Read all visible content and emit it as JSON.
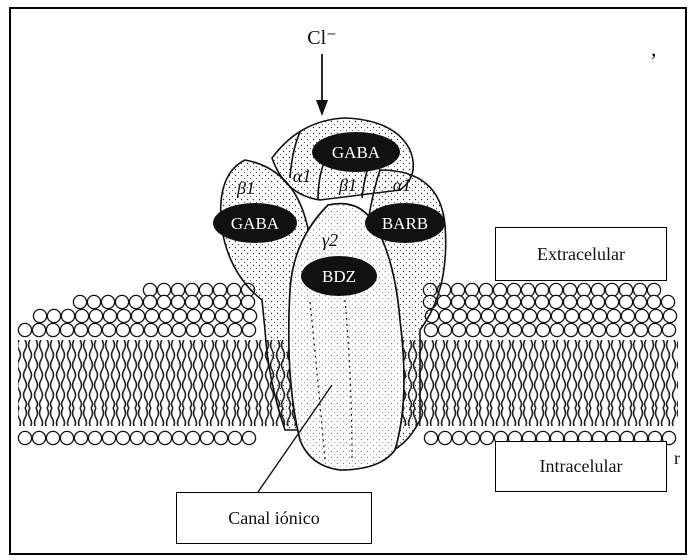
{
  "ion": {
    "symbol": "Cl⁻"
  },
  "receptor": {
    "binding_sites": [
      "GABA",
      "GABA",
      "BARB",
      "BDZ"
    ],
    "subunits": [
      "β1",
      "α1",
      "β1",
      "α1",
      "γ2"
    ]
  },
  "labels": {
    "extracellular": "Extracelular",
    "intracellular": "Intracelular",
    "channel": "Canal iónico"
  },
  "colors": {
    "ink": "#111111",
    "background": "#ffffff",
    "dark_site": "#111111"
  }
}
